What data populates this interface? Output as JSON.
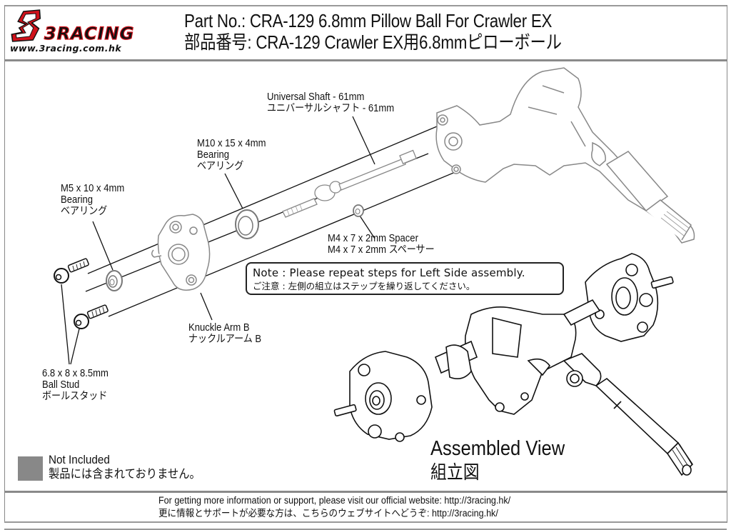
{
  "brand": {
    "logo_text": "3RACING",
    "logo_emblem": "3",
    "website": "www.3racing.com.hk",
    "colors": {
      "red": "#d0121b",
      "black": "#111111",
      "not_included_gray": "#888888"
    }
  },
  "header": {
    "title_en": "Part No.: CRA-129  6.8mm Pillow Ball For Crawler EX",
    "title_jp": "部品番号: CRA-129  Crawler EX用6.8mmピローボール"
  },
  "callouts": {
    "universal_shaft": {
      "en": "Universal Shaft - 61mm",
      "jp": "ユニバーサルシャフト - 61mm"
    },
    "bearing_large": {
      "size": "M10 x 15 x 4mm",
      "en": "Bearing",
      "jp": "ベアリング"
    },
    "bearing_small": {
      "size": "M5 x 10 x 4mm",
      "en": "Bearing",
      "jp": "ベアリング"
    },
    "spacer": {
      "en": "M4 x 7 x 2mm Spacer",
      "jp": "M4 x 7 x 2mm スペーサー"
    },
    "knuckle_arm": {
      "en": "Knuckle Arm B",
      "jp": "ナックルアーム B"
    },
    "ball_stud": {
      "size": "6.8 x 8 x 8.5mm",
      "en": "Ball Stud",
      "jp": "ボールスタッド"
    }
  },
  "note": {
    "en": "Note : Please repeat steps for Left Side assembly.",
    "jp": "ご注意 : 左側の組立はステップを繰り返してください。"
  },
  "assembled_view": {
    "en": "Assembled View",
    "jp": "組立図"
  },
  "legend": {
    "en": "Not Included",
    "jp": "製品には含まれておりません。"
  },
  "footer": {
    "en": "For getting more information or support, please visit our official website: http://3racing.hk/",
    "jp": "更に情報とサポートが必要な方は、こちらのウェブサイトへどうぞ: http://3racing.hk/"
  }
}
